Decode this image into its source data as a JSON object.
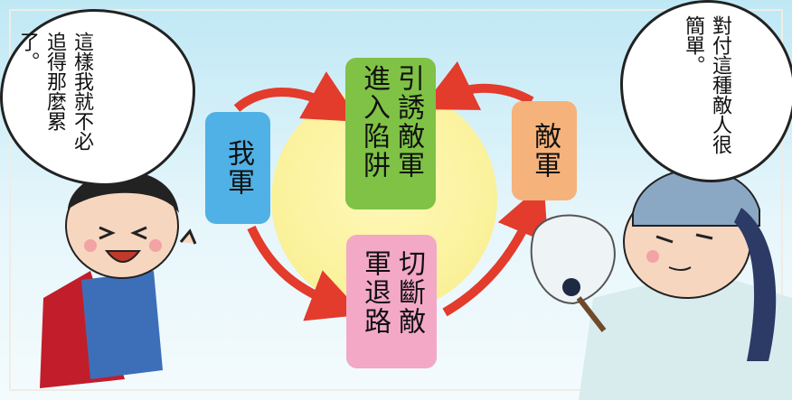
{
  "diagram": {
    "box_ours": "我軍",
    "box_lure": "引誘敵軍進入陷阱",
    "box_enemy": "敵軍",
    "box_cut": "切斷敵軍退路",
    "colors": {
      "ours": "#4fb1e6",
      "lure": "#7fc245",
      "enemy": "#f6b27b",
      "cut": "#f3a8c6",
      "arrow": "#e33b2c",
      "sun": "#fbf3a0"
    }
  },
  "left_character": {
    "speech": "這樣我就不必追得那麼累了。"
  },
  "right_character": {
    "speech": "對付這種敵人很簡單。"
  }
}
